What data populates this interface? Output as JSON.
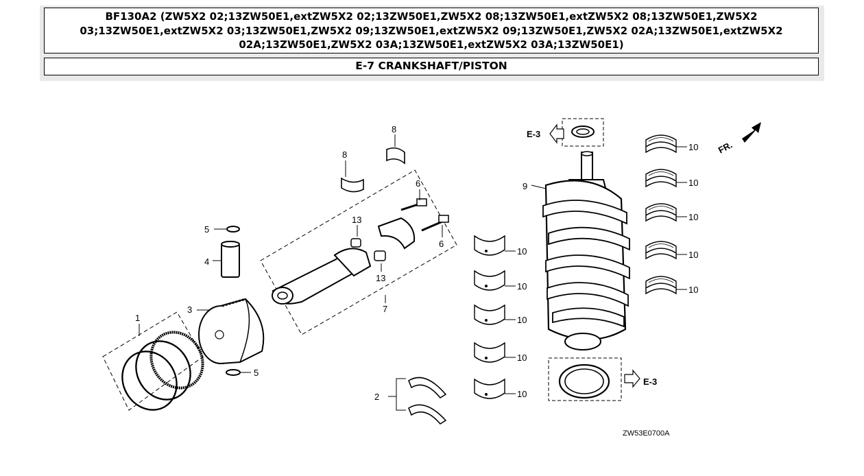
{
  "header": {
    "model_line": "BF130A2 (ZW5X2 02;13ZW50E1,extZW5X2 02;13ZW50E1,ZW5X2 08;13ZW50E1,extZW5X2 08;13ZW50E1,ZW5X2 03;13ZW50E1,extZW5X2 03;13ZW50E1,ZW5X2 09;13ZW50E1,extZW5X2 09;13ZW50E1,ZW5X2 02A;13ZW50E1,extZW5X2 02A;13ZW50E1,ZW5X2 03A;13ZW50E1,extZW5X2 03A;13ZW50E1)",
    "section_title": "E-7 CRANKSHAFT/PISTON"
  },
  "diagram": {
    "callouts": {
      "c1": "1",
      "c2": "2",
      "c3": "3",
      "c4": "4",
      "c5a": "5",
      "c5b": "5",
      "c6a": "6",
      "c6b": "6",
      "c7": "7",
      "c8a": "8",
      "c8b": "8",
      "c9": "9",
      "c10_r1": "10",
      "c10_r2": "10",
      "c10_r3": "10",
      "c10_r4": "10",
      "c10_r5": "10",
      "c10_l1": "10",
      "c10_l2": "10",
      "c10_l3": "10",
      "c10_l4": "10",
      "c10_l5": "10",
      "c13a": "13",
      "c13b": "13"
    },
    "ref_top": "E-3",
    "ref_bottom": "E-3",
    "direction_label": "FR.",
    "diagram_code": "ZW53E0700A"
  }
}
